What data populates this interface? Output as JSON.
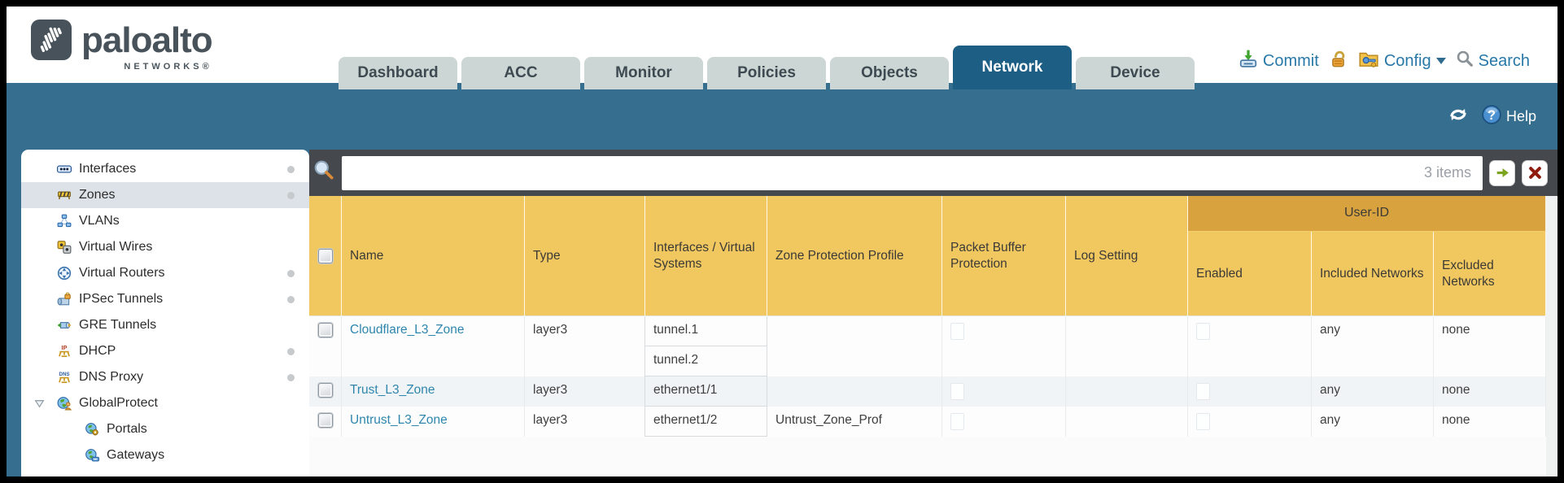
{
  "window": {
    "brand": "paloalto",
    "brand_sub": "NETWORKS®"
  },
  "tabs": [
    {
      "label": "Dashboard",
      "active": false
    },
    {
      "label": "ACC",
      "active": false
    },
    {
      "label": "Monitor",
      "active": false
    },
    {
      "label": "Policies",
      "active": false
    },
    {
      "label": "Objects",
      "active": false
    },
    {
      "label": "Network",
      "active": true
    },
    {
      "label": "Device",
      "active": false
    }
  ],
  "header_actions": {
    "commit": "Commit",
    "config": "Config",
    "search": "Search"
  },
  "toolbar": {
    "help": "Help"
  },
  "sidebar": {
    "items": [
      {
        "label": "Interfaces",
        "icon": "interfaces-icon",
        "has_dot": true,
        "selected": false
      },
      {
        "label": "Zones",
        "icon": "zones-icon",
        "has_dot": true,
        "selected": true
      },
      {
        "label": "VLANs",
        "icon": "vlans-icon",
        "has_dot": false,
        "selected": false
      },
      {
        "label": "Virtual Wires",
        "icon": "virtual-wires-icon",
        "has_dot": false,
        "selected": false
      },
      {
        "label": "Virtual Routers",
        "icon": "virtual-routers-icon",
        "has_dot": true,
        "selected": false
      },
      {
        "label": "IPSec Tunnels",
        "icon": "ipsec-tunnels-icon",
        "has_dot": true,
        "selected": false
      },
      {
        "label": "GRE Tunnels",
        "icon": "gre-tunnels-icon",
        "has_dot": false,
        "selected": false
      },
      {
        "label": "DHCP",
        "icon": "dhcp-icon",
        "has_dot": true,
        "selected": false
      },
      {
        "label": "DNS Proxy",
        "icon": "dns-proxy-icon",
        "has_dot": true,
        "selected": false
      },
      {
        "label": "GlobalProtect",
        "icon": "globalprotect-icon",
        "has_dot": false,
        "selected": false,
        "expanded": true
      },
      {
        "label": "Portals",
        "icon": "portals-icon",
        "has_dot": false,
        "selected": false,
        "child": true
      },
      {
        "label": "Gateways",
        "icon": "gateways-icon",
        "has_dot": false,
        "selected": false,
        "child": true
      }
    ]
  },
  "filter": {
    "value": "",
    "count": "3 items"
  },
  "table": {
    "group_header": "User-ID",
    "columns": [
      "Name",
      "Type",
      "Interfaces / Virtual Systems",
      "Zone Protection Profile",
      "Packet Buffer Protection",
      "Log Setting",
      "Enabled",
      "Included Networks",
      "Excluded Networks"
    ],
    "rows": [
      {
        "name": "Cloudflare_L3_Zone",
        "type": "layer3",
        "interfaces": [
          "tunnel.1",
          "tunnel.2"
        ],
        "zone_protection_profile": "",
        "log_setting": "",
        "included_networks": "any",
        "excluded_networks": "none"
      },
      {
        "name": "Trust_L3_Zone",
        "type": "layer3",
        "interfaces": [
          "ethernet1/1"
        ],
        "zone_protection_profile": "",
        "log_setting": "",
        "included_networks": "any",
        "excluded_networks": "none"
      },
      {
        "name": "Untrust_L3_Zone",
        "type": "layer3",
        "interfaces": [
          "ethernet1/2"
        ],
        "zone_protection_profile": "Untrust_Zone_Prof",
        "log_setting": "",
        "included_networks": "any",
        "excluded_networks": "none"
      }
    ]
  },
  "icons": {
    "header": [
      "commit-icon",
      "unlock-icon",
      "config-icon",
      "caret-down-icon",
      "search-icon"
    ],
    "band": [
      "refresh-icon",
      "help-icon"
    ],
    "filter": [
      "magnifier-icon",
      "apply-filter-icon",
      "clear-filter-icon"
    ]
  },
  "colors": {
    "accent_teal": "#356e8e",
    "active_tab": "#1d5e85",
    "table_header": "#f1c75f",
    "group_header_bg": "#d8a23f",
    "link": "#2e86ad",
    "toolbar_bg": "#45494d"
  }
}
